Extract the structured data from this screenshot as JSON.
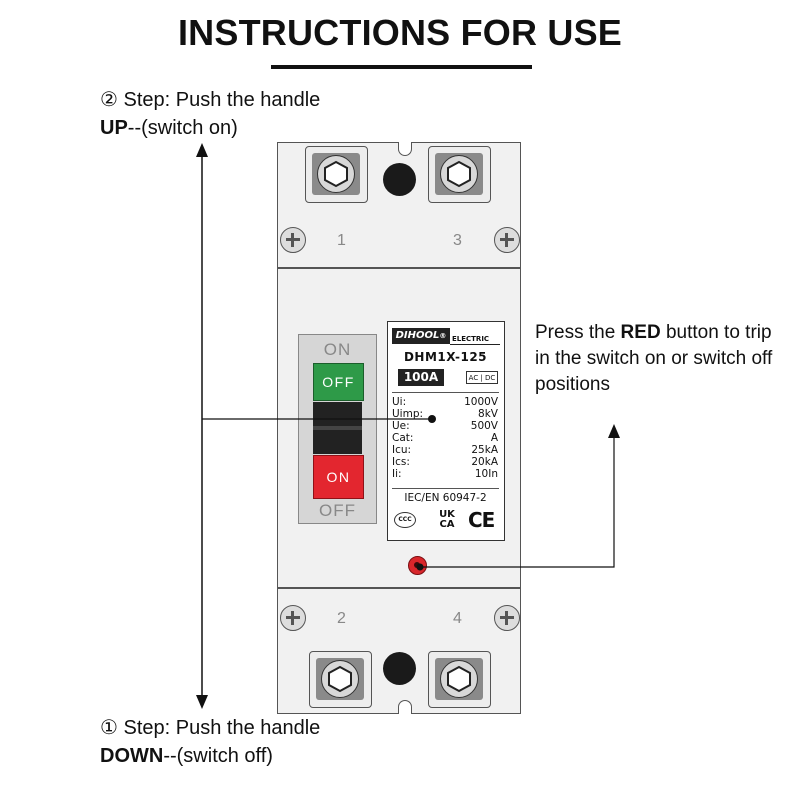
{
  "title": "INSTRUCTIONS FOR USE",
  "step2": {
    "prefix": "② Step: Push the handle",
    "bold": "UP",
    "suffix": "--(switch on)"
  },
  "step1": {
    "prefix": "① Step: Push the handle",
    "bold": "DOWN",
    "suffix": "--(switch off)"
  },
  "press": {
    "text1": "Press the ",
    "bold": "RED",
    "text2": " button to trip in the switch on or switch off positions"
  },
  "terminals": {
    "top_left": "1",
    "top_right": "3",
    "bottom_left": "2",
    "bottom_right": "4"
  },
  "switch": {
    "on_label": "ON",
    "off_label": "OFF",
    "green_button": "OFF",
    "red_button": "ON"
  },
  "label": {
    "brand": "DIHOOL",
    "brand_mark": "®",
    "brand_sub": "ELECTRIC",
    "model": "DHM1X-125",
    "rating": "100A",
    "acdc": "AC | DC",
    "specs": [
      {
        "k": "Ui:",
        "v": "1000V"
      },
      {
        "k": "Uimp:",
        "v": "8kV"
      },
      {
        "k": "Ue:",
        "v": "500V"
      },
      {
        "k": "Cat:",
        "v": "A"
      },
      {
        "k": "Icu:",
        "v": "25kA"
      },
      {
        "k": "Ics:",
        "v": "20kA"
      },
      {
        "k": "Ii:",
        "v": "10In"
      }
    ],
    "standard": "IEC/EN 60947-2",
    "ccc": "CCC",
    "ukca_top": "UK",
    "ukca_bottom": "CA",
    "ce": "CE"
  },
  "colors": {
    "green": "#2e9a48",
    "red": "#e3262f",
    "housing": "#f1f1f1"
  }
}
